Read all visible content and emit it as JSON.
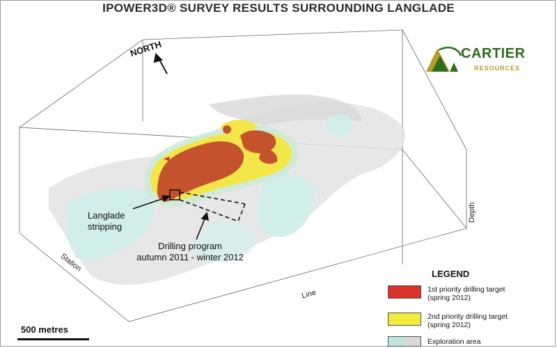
{
  "title": "IPOWER3D® SURVEY RESULTS SURROUNDING LANGLADE",
  "north_label": "NORTH",
  "logo": {
    "name": "CARTIER",
    "subtitle": "RESOURCES"
  },
  "axes": {
    "station": "Station",
    "line": "Line",
    "depth": "Depth"
  },
  "annotations": {
    "stripping_line1": "Langlade",
    "stripping_line2": "stripping",
    "drilling_line1": "Drilling program",
    "drilling_line2": "autumn 2011 - winter 2012"
  },
  "scale": {
    "label": "500 metres"
  },
  "legend": {
    "title": "LEGEND",
    "items": [
      {
        "line1": "1st priority drilling target",
        "line2": "(spring 2012)",
        "color": "#d9332b"
      },
      {
        "line1": "2nd priority drilling target",
        "line2": "(spring 2012)",
        "color": "#f2ea3c"
      },
      {
        "line1": "Exploration area",
        "line2": "",
        "color": "#bfe3e0"
      }
    ]
  },
  "colors": {
    "priority1": "#c8422a",
    "priority2": "#f3e648",
    "exploration_cyan": "#bfe6e2",
    "exploration_grey": "#d4d4d4",
    "logo_green": "#2e6b1e",
    "logo_gold": "#b89a2a"
  }
}
